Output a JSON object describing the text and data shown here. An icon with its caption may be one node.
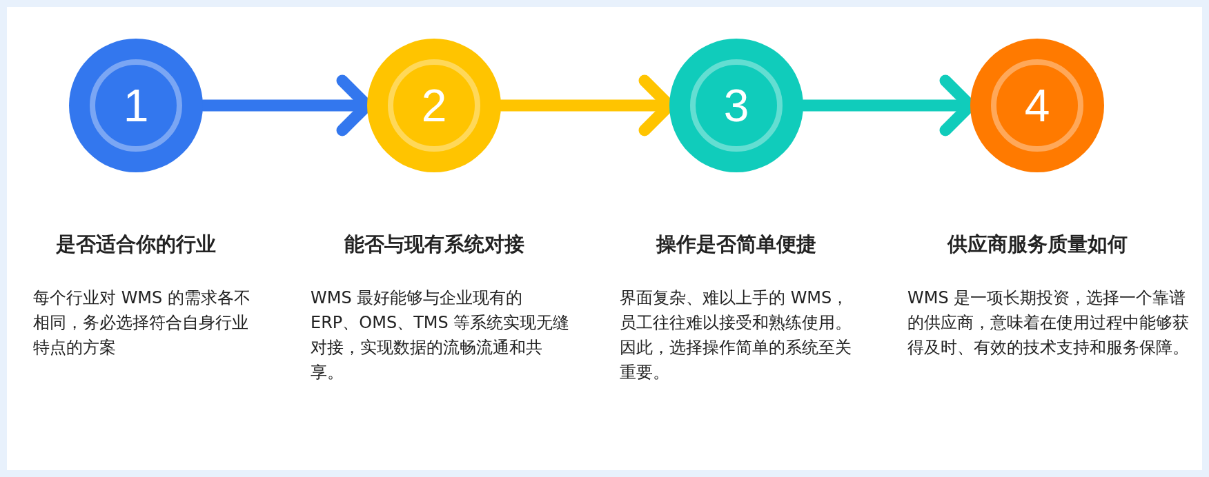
{
  "diagram": {
    "nodes": [
      {
        "text": [
          "1"
        ],
        "beside": [
          "是否适合你的行业",
          "每个行业对 WMS 的需求各不相同，务必选择符合自身行业特点的方案"
        ]
      },
      {
        "text": [
          "2"
        ],
        "beside": [
          "能否与现有系统对接",
          "WMS 最好能够与企业现有的 ERP、OMS、TMS 等系统实现无缝对接，实现数据的流畅流通和共享。"
        ]
      },
      {
        "text": [
          "3"
        ],
        "beside": [
          "操作是否简单便捷",
          "界面复杂、难以上手的 WMS，员工往往难以接受和熟练使用。因此，选择操作简单的系统至关重要。"
        ]
      },
      {
        "text": [
          "4"
        ],
        "beside": [
          "供应商服务质量如何",
          "WMS 是一项长期投资，选择一个靠谱的供应商，意味着在使用过程中能够获得及时、有效的技术支持和服务保障。"
        ]
      }
    ],
    "edges": [
      {
        "from": 0,
        "to": 1,
        "arrow": "to",
        "color": "#3377ee"
      },
      {
        "from": 1,
        "to": 2,
        "arrow": "to",
        "color": "#ffc400"
      },
      {
        "from": 2,
        "to": 3,
        "arrow": "to",
        "color": "#10ccbb"
      }
    ]
  }
}
